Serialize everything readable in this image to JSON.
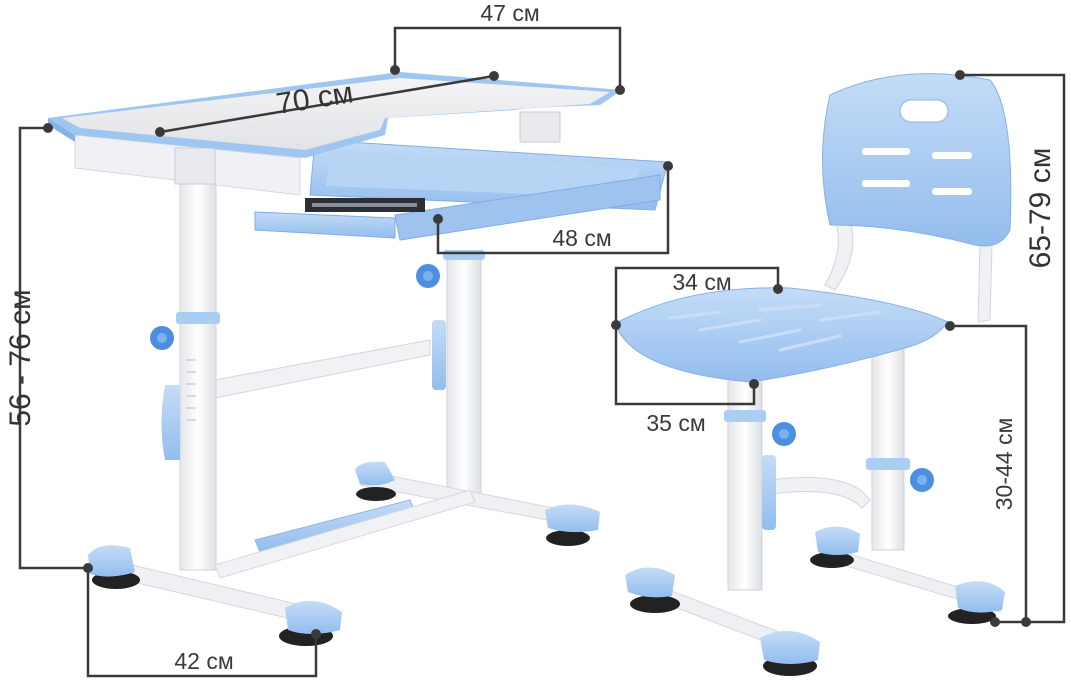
{
  "dimensions": {
    "desk_width": "70 см",
    "desk_depth": "47 см",
    "drawer_width": "48 см",
    "desk_height": "56 - 76 см",
    "desk_base": "42 см",
    "seat_width": "34 см",
    "seat_depth": "35 см",
    "chair_total_height": "65-79 см",
    "seat_height": "30-44 см"
  },
  "colors": {
    "accent_blue": "#a9cdf3",
    "accent_blue_dark": "#6fa6e3",
    "frame_white": "#f3f4f6",
    "desktop_grey": "#ececee",
    "knob_blue": "#4c8fe0",
    "foot_black": "#222222",
    "dim_line": "#3a3a3a"
  }
}
